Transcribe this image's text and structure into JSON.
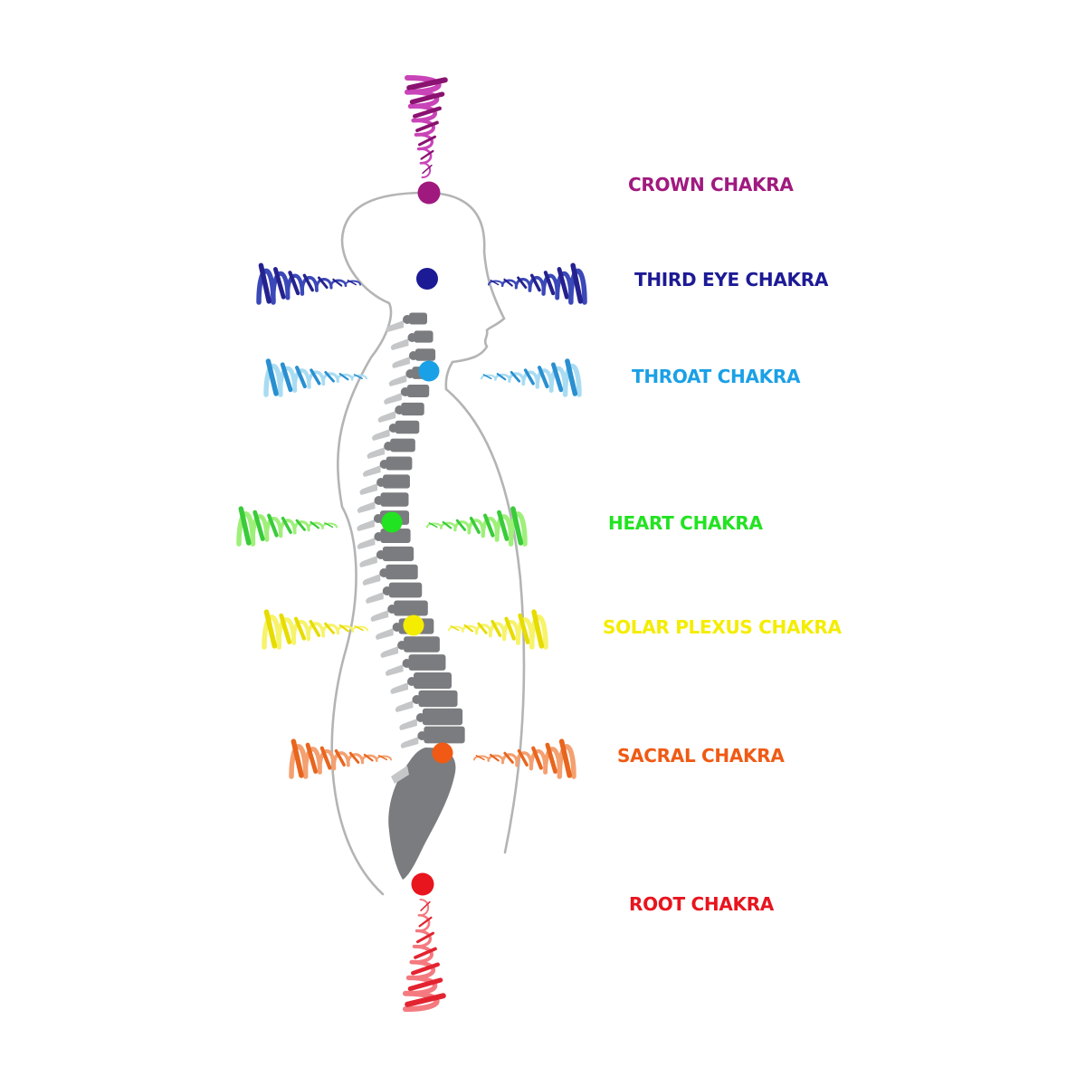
{
  "palette": {
    "body_outline": "#b4b4b4",
    "spine_dark": "#7b7c7f",
    "spine_light": "#c5c6c8"
  },
  "chakras": [
    {
      "key": "crown",
      "label": "CROWN CHAKRA",
      "color": "#a0197f",
      "light": "#c944b8",
      "dark": "#8a1270",
      "wave": "up"
    },
    {
      "key": "third-eye",
      "label": "THIRD EYE CHAKRA",
      "color": "#1c1a95",
      "light": "#3a48b8",
      "dark": "#25228f",
      "wave": "side"
    },
    {
      "key": "throat",
      "label": "THROAT CHAKRA",
      "color": "#1aa0e6",
      "light": "#a9dcf2",
      "dark": "#2a8fd0",
      "wave": "side"
    },
    {
      "key": "heart",
      "label": "HEART CHAKRA",
      "color": "#22e322",
      "light": "#9ef07a",
      "dark": "#3acb3a",
      "wave": "side"
    },
    {
      "key": "solar-plexus",
      "label": "SOLAR PLEXUS CHAKRA",
      "color": "#f4ed00",
      "light": "#f7f36a",
      "dark": "#e7dc00",
      "wave": "side"
    },
    {
      "key": "sacral",
      "label": "SACRAL CHAKRA",
      "color": "#f05a14",
      "light": "#f4a070",
      "dark": "#e8651e",
      "wave": "side"
    },
    {
      "key": "root",
      "label": "ROOT CHAKRA",
      "color": "#e8141e",
      "light": "#f47a80",
      "dark": "#e32430",
      "wave": "down"
    }
  ]
}
